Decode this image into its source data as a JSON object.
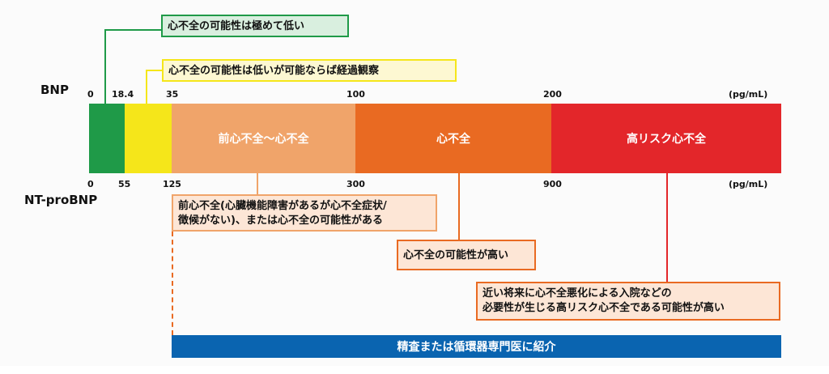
{
  "scales": {
    "bnp_label": "BNP",
    "ntprobnp_label": "NT-proBNP",
    "unit": "(pg/mL)",
    "bnp_ticks": [
      "0",
      "18.4",
      "35",
      "100",
      "200"
    ],
    "ntprobnp_ticks": [
      "0",
      "55",
      "125",
      "300",
      "900"
    ]
  },
  "segments": [
    {
      "label": "",
      "color": "#1f9a48"
    },
    {
      "label": "",
      "color": "#f5e61a"
    },
    {
      "label": "前心不全〜心不全",
      "color": "#f0a46a"
    },
    {
      "label": "心不全",
      "color": "#e96a22"
    },
    {
      "label": "高リスク心不全",
      "color": "#e3262a"
    }
  ],
  "callouts": {
    "very_low": "心不全の可能性は極めて低い",
    "low": "心不全の可能性は低いが可能ならば経過観察",
    "pre_hf_line1": "前心不全(心臓機能障害があるが心不全症状/",
    "pre_hf_line2": "徴候がない)、または心不全の可能性がある",
    "hf_high": "心不全の可能性が高い",
    "high_risk_line1": "近い将来に心不全悪化による入院などの",
    "high_risk_line2": "必要性が生じる高リスク心不全である可能性が高い"
  },
  "referral": "精査または循環器専門医に紹介"
}
